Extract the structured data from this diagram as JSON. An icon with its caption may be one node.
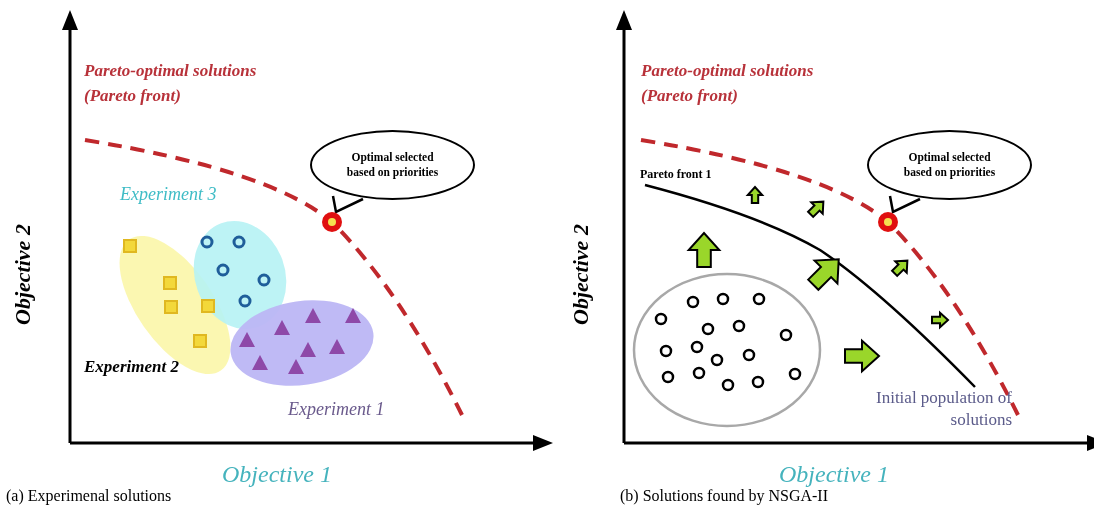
{
  "diagram": {
    "nodes": [
      {
        "text": [
          "Optimal selected based on priorities"
        ]
      },
      {
        "text": [
          "Optimal selected based on priorities"
        ]
      }
    ],
    "labels": [
      "Pareto-optimal solutions (Pareto front)",
      "Objective 2",
      "Experiment 3",
      "Experiment 2",
      "Experiment 1",
      "Objective 1",
      "(a) Experimenal solutions",
      "Pareto-optimal solutions (Pareto front)",
      "Objective 2",
      "Pareto front 1",
      "Initial population of solutions",
      "Objective 1",
      "(b) Solutions found by NSGA-II"
    ]
  }
}
